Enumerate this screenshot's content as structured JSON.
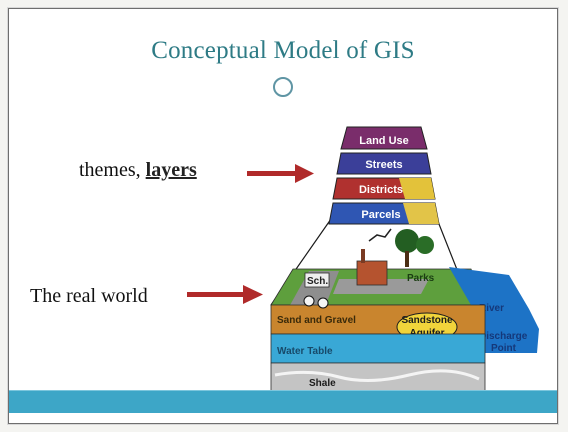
{
  "title": "Conceptual Model of GIS",
  "labels": {
    "themes_prefix": "themes,",
    "themes_emphasis": "layers",
    "real_world": "The real world"
  },
  "layers": [
    {
      "name": "Land Use",
      "color": "#7a2d6b"
    },
    {
      "name": "Streets",
      "color": "#3b3f99"
    },
    {
      "name": "Districts",
      "color": "#b0312f"
    },
    {
      "name": "Parcels",
      "color": "#2f56b3"
    }
  ],
  "world_labels": {
    "parks": "Parks",
    "river": "River",
    "discharge": "Discharge",
    "point": "Point",
    "sand_gravel": "Sand and Gravel",
    "aquifer_1": "Sandstone",
    "aquifer_2": "Aquifer",
    "water_table": "Water Table",
    "shale": "Shale",
    "school": "Sch."
  },
  "colors": {
    "title": "#2e7b85",
    "arrow": "#b02a2a",
    "accent_bar": "#3da6c7"
  }
}
